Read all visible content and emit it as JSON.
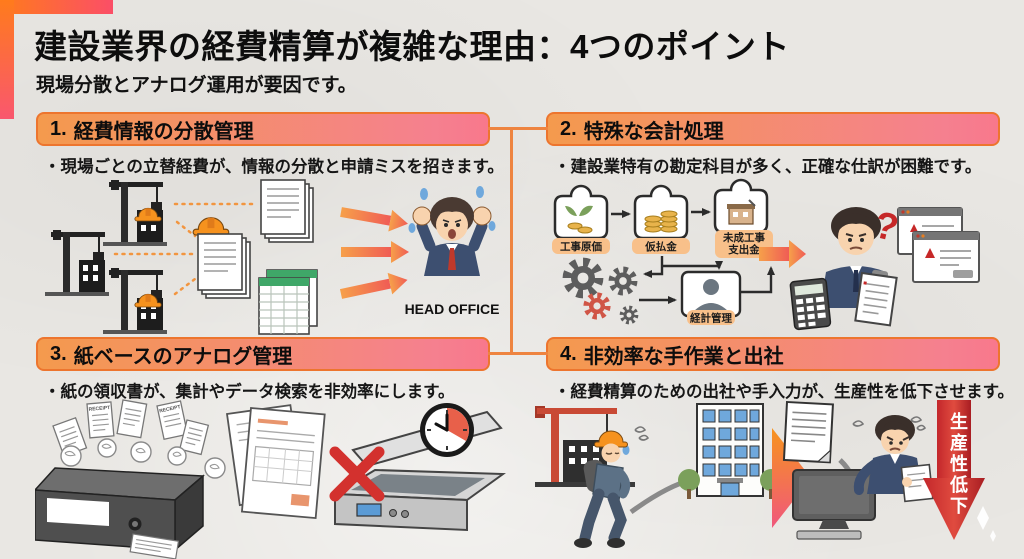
{
  "page": {
    "title": "建設業界の経費精算が複雑な理由：4つのポイント",
    "subtitle": "現場分散とアナログ運用が要因です。"
  },
  "sections": [
    {
      "number": "1.",
      "title": "経費情報の分散管理",
      "bullet": "・現場ごとの立替経費が、情報の分散と申請ミスを招きます。"
    },
    {
      "number": "2.",
      "title": "特殊な会計処理",
      "bullet": "・建設業特有の勘定科目が多く、正確な仕訳が困難です。"
    },
    {
      "number": "3.",
      "title": "紙ベースのアナログ管理",
      "bullet": "・紙の領収書が、集計やデータ検索を非効率にします。"
    },
    {
      "number": "4.",
      "title": "非効率な手作業と出社",
      "bullet": "・経費精算のための出社や手入力が、生産性を低下させます。"
    }
  ],
  "illustration1": {
    "head_office_label": "HEAD OFFICE"
  },
  "illustration2": {
    "node_cost": "工事原価",
    "node_advance": "仮払金",
    "node_cip_line1": "未成工事",
    "node_cip_line2": "支出金",
    "node_accounting": "経計管理",
    "question_mark": "?"
  },
  "illustration3": {
    "receipt_label": "RECEIPT"
  },
  "illustration4": {
    "productivity_banner": "生産性低下"
  },
  "colors": {
    "accent_orange": "#F7941E",
    "accent_pink": "#F4607A",
    "header_border": "#ED752E",
    "connector_orange": "#EE8440",
    "alert_red": "#C62828",
    "background_gray": "#E9E7E3"
  }
}
